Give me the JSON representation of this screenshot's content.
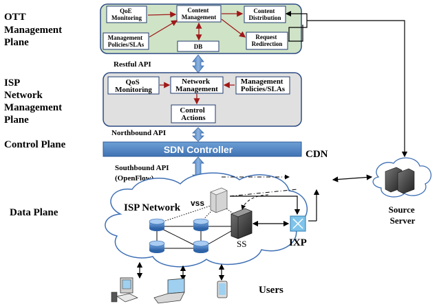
{
  "planes": {
    "ott": [
      "OTT",
      "Management",
      "Plane"
    ],
    "isp": [
      "ISP",
      "Network",
      "Management",
      "Plane"
    ],
    "control": "Control Plane",
    "data": "Data Plane"
  },
  "ott_boxes": {
    "qoe": [
      "QoE",
      "Monitoring"
    ],
    "content_mgmt": [
      "Content",
      "Management"
    ],
    "content_dist": [
      "Content",
      "Distribution"
    ],
    "mgmt_policies": [
      "Management",
      "Policies/SLAs"
    ],
    "db": "DB",
    "request_redir": [
      "Request",
      "Redirection"
    ]
  },
  "isp_boxes": {
    "qos": [
      "QoS",
      "Monitoring"
    ],
    "net_mgmt": [
      "Network",
      "Management"
    ],
    "mgmt_policies": [
      "Management",
      "Policies/SLAs"
    ],
    "control_actions": [
      "Control",
      "Actions"
    ]
  },
  "apis": {
    "restful": "Restful API",
    "northbound": "Northbound API",
    "southbound": [
      "Southbound API",
      "(OpenFlow)"
    ]
  },
  "sdn_controller": "SDN Controller",
  "cdn": "CDN",
  "isp_network": "ISP Network",
  "vss": "vss",
  "ss": "SS",
  "ixp": "IXP",
  "source_server": [
    "Source",
    "Server"
  ],
  "users": "Users",
  "colors": {
    "ott_fill": "#cfe3c6",
    "isp_fill": "#e0e0e0",
    "sdn_fill": "#5b8fca",
    "arrow_red": "#a01818",
    "blue_arrow": "#5b8fca"
  }
}
